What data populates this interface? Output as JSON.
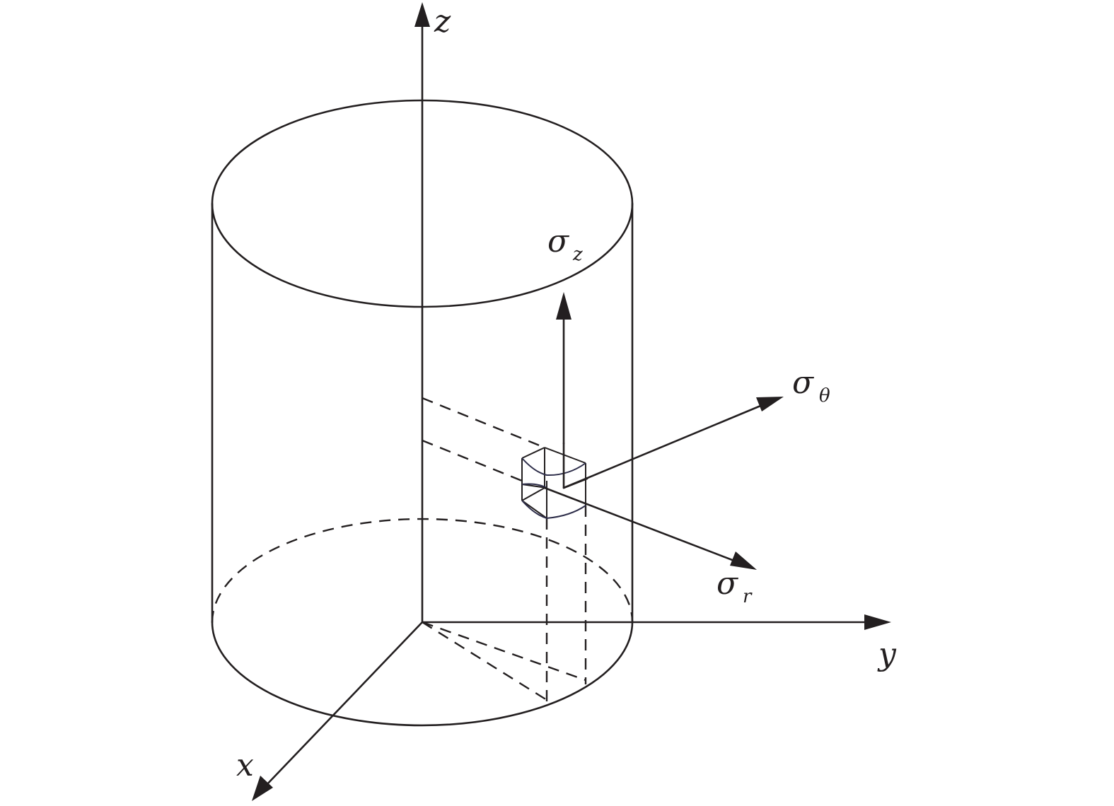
{
  "diagram": {
    "axes": {
      "z": "z",
      "y": "y",
      "x": "x"
    },
    "stresses": {
      "sigma_z": {
        "symbol": "σ",
        "subscript": "z"
      },
      "sigma_theta": {
        "symbol": "σ",
        "subscript": "θ"
      },
      "sigma_r": {
        "symbol": "σ",
        "subscript": "r"
      }
    },
    "colors": {
      "line": "#231f20",
      "element_curves": "#2e2e4a",
      "background": "#ffffff"
    }
  }
}
